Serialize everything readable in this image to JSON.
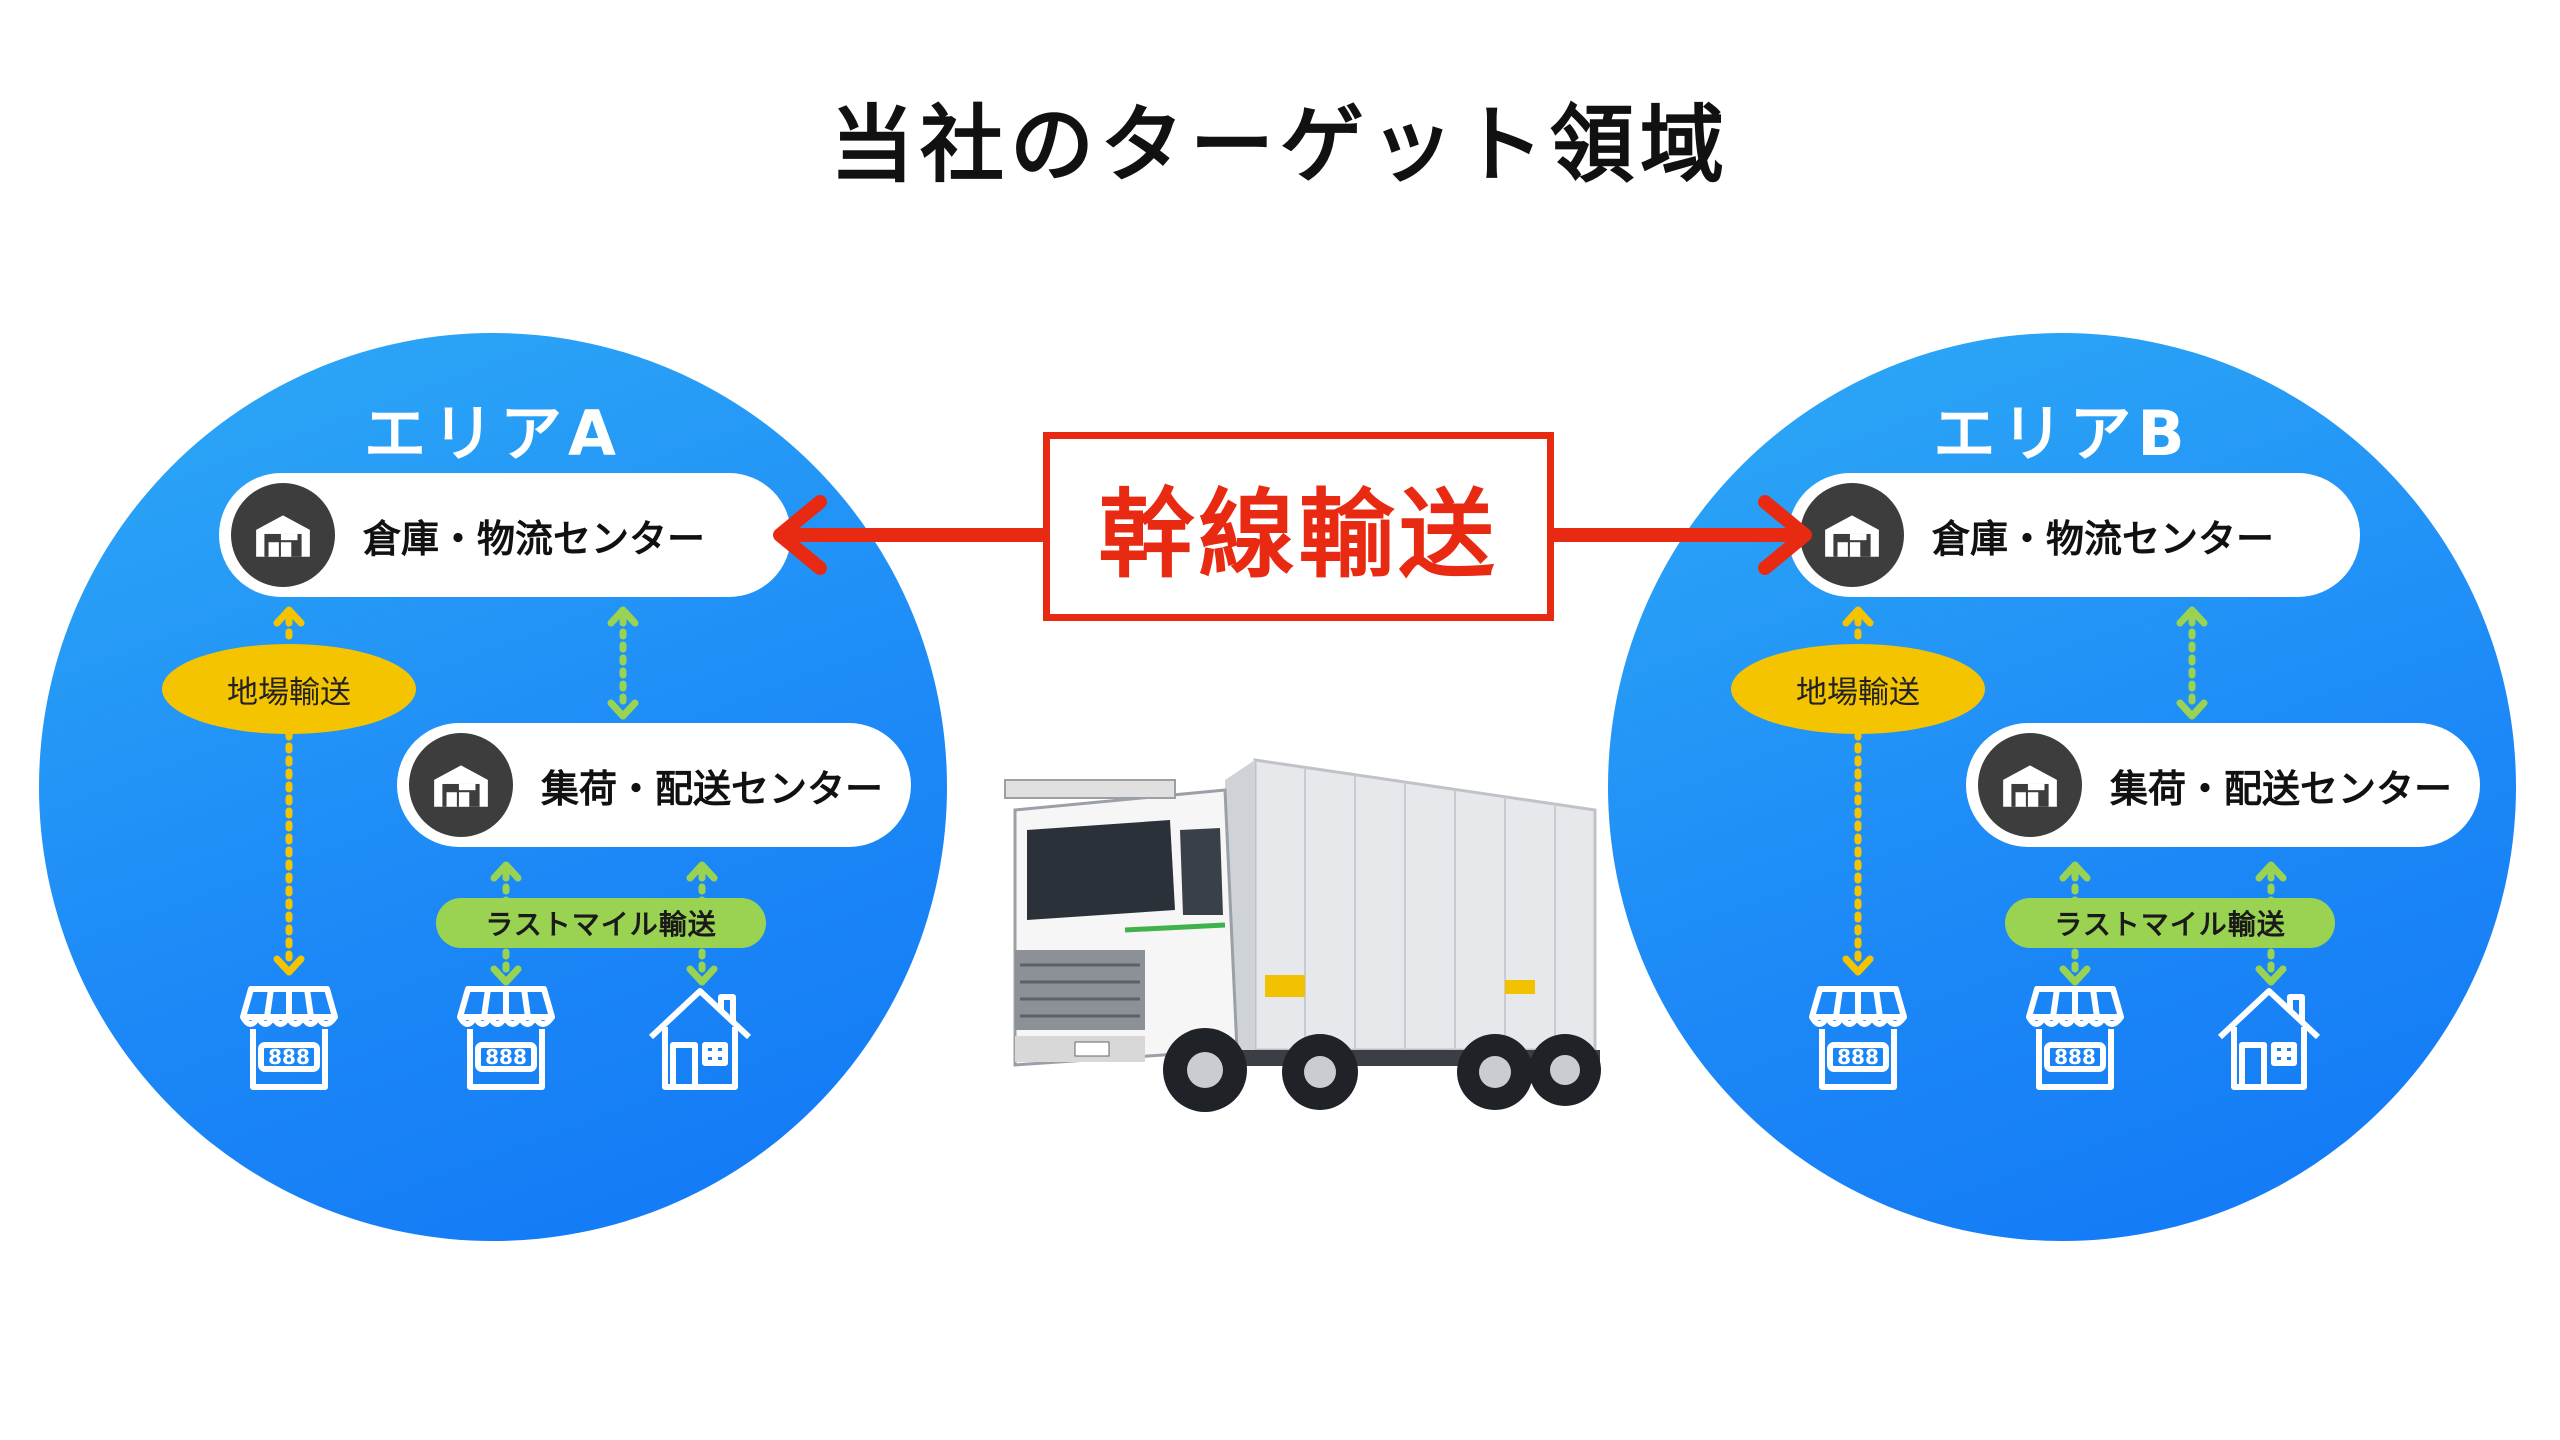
{
  "title": "当社のターゲット領域",
  "trunk_label": "幹線輸送",
  "areas": [
    {
      "name": "エリアA",
      "warehouse": "倉庫・物流センター",
      "collection": "集荷・配送センター",
      "local_transport": "地場輸送",
      "last_mile": "ラストマイル輸送",
      "destinations": [
        "store-icon",
        "store-icon",
        "house-icon"
      ]
    },
    {
      "name": "エリアB",
      "warehouse": "倉庫・物流センター",
      "collection": "集荷・配送センター",
      "local_transport": "地場輸送",
      "last_mile": "ラストマイル輸送",
      "destinations": [
        "store-icon",
        "store-icon",
        "house-icon"
      ]
    }
  ],
  "colors": {
    "circle": "#1d8af7",
    "trunk_red": "#e92a12",
    "local_yellow": "#f5c400",
    "lastmile_green": "#9ad352",
    "icon_dark": "#3d3d3d"
  }
}
